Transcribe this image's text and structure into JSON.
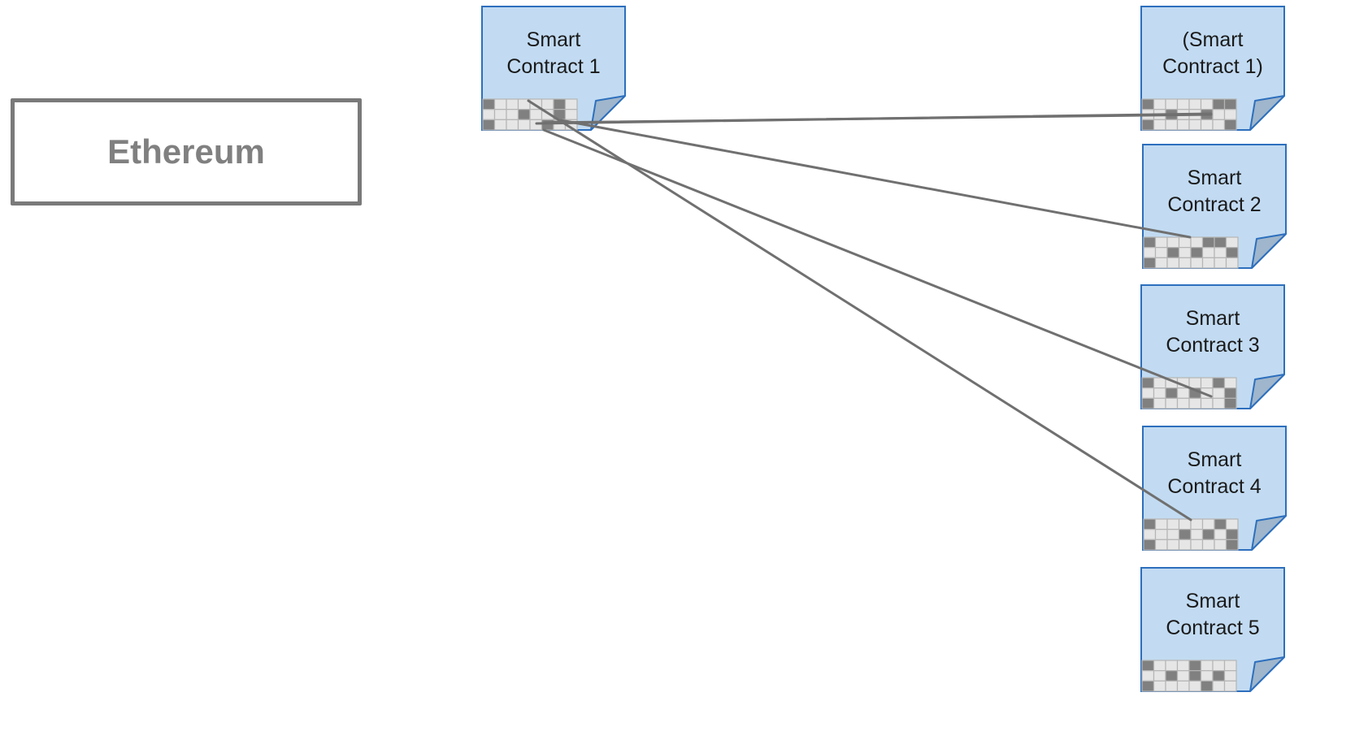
{
  "blockchain": {
    "label": "Ethereum"
  },
  "contracts": [
    {
      "line1": "Smart",
      "line2": "Contract 1"
    },
    {
      "line1": "(Smart",
      "line2": "Contract 1)"
    },
    {
      "line1": "Smart",
      "line2": "Contract 2"
    },
    {
      "line1": "Smart",
      "line2": "Contract 3"
    },
    {
      "line1": "Smart",
      "line2": "Contract 4"
    },
    {
      "line1": "Smart",
      "line2": "Contract 5"
    }
  ],
  "colors": {
    "document_fill": "#c2dbf2",
    "document_border": "#2d6fbd",
    "fold_fill": "#9fb6cc",
    "grid_light": "#e6e6e6",
    "grid_dark": "#808080",
    "grid_line": "#b5b5b5",
    "connector": "#707070",
    "box_border": "#7a7a7a",
    "label_gray": "#808080"
  }
}
